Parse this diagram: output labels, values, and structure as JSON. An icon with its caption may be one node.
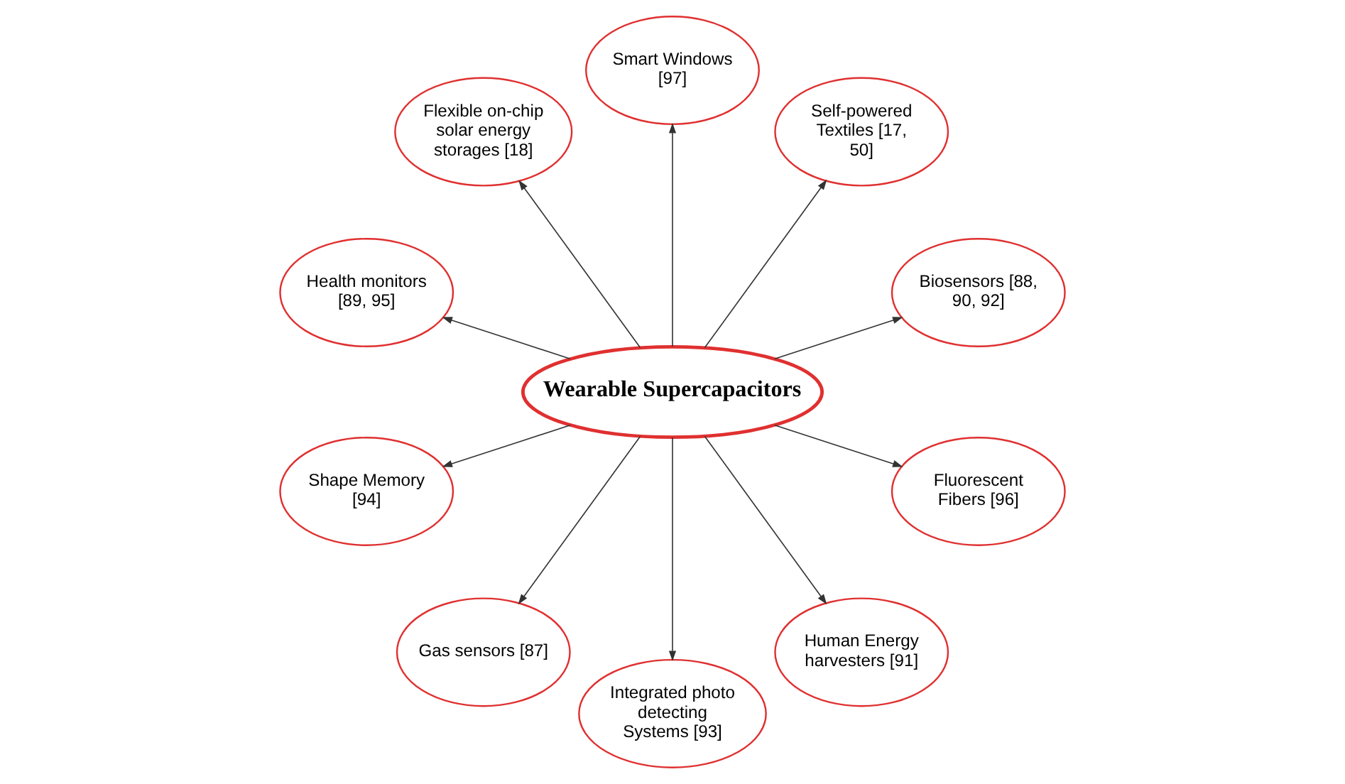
{
  "diagram": {
    "nodes": [
      {
        "text": [
          "Wearable Supercapacitors"
        ]
      },
      {
        "text": [
          "Biosensors [88, 90, 92]"
        ]
      },
      {
        "text": [
          "Self-powered Textiles [17, 50]"
        ]
      },
      {
        "text": [
          "Smart Windows [97]"
        ]
      },
      {
        "text": [
          "Flexible on-chip solar energy storages [18]"
        ]
      },
      {
        "text": [
          "Health monitors [89, 95]"
        ]
      },
      {
        "text": [
          "Shape Memory [94]"
        ]
      },
      {
        "text": [
          "Gas sensors [87]"
        ]
      },
      {
        "text": [
          "Integrated photo detecting Systems [93]"
        ]
      },
      {
        "text": [
          "Human Energy harvesters [91]"
        ]
      },
      {
        "text": [
          "Fluorescent Fibers [96]"
        ]
      }
    ],
    "edges": [
      {
        "from": 0,
        "to": 1,
        "arrow": "to"
      },
      {
        "from": 0,
        "to": 2,
        "arrow": "to"
      },
      {
        "from": 0,
        "to": 3,
        "arrow": "to"
      },
      {
        "from": 0,
        "to": 4,
        "arrow": "to"
      },
      {
        "from": 0,
        "to": 5,
        "arrow": "to"
      },
      {
        "from": 0,
        "to": 6,
        "arrow": "to"
      },
      {
        "from": 0,
        "to": 7,
        "arrow": "to"
      },
      {
        "from": 0,
        "to": 8,
        "arrow": "to"
      },
      {
        "from": 0,
        "to": 9,
        "arrow": "to"
      },
      {
        "from": 0,
        "to": 10,
        "arrow": "to"
      }
    ]
  }
}
